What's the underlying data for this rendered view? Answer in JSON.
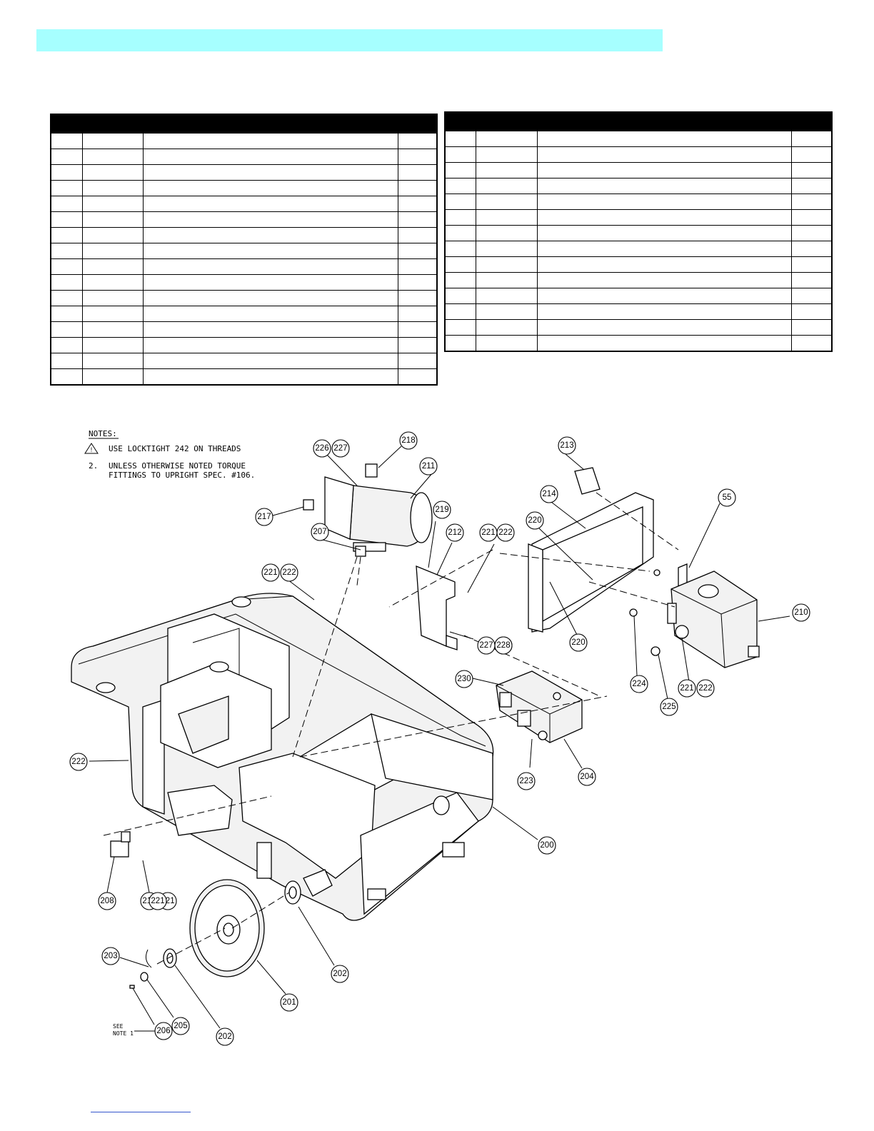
{
  "notes": {
    "heading": "NOTES:",
    "note1": "USE LOCKTIGHT 242 ON THREADS",
    "note2_num": "2.",
    "note2_line1": "UNLESS OTHERWISE NOTED TORQUE",
    "note2_line2": "FITTINGS TO UPRIGHT SPEC. #106."
  },
  "see_note": {
    "line1": "SEE",
    "line2": "NOTE 1"
  },
  "callouts": [
    "200",
    "201",
    "202",
    "202",
    "203",
    "204",
    "205",
    "206",
    "207",
    "208",
    "210",
    "211",
    "212",
    "213",
    "214",
    "216",
    "217",
    "218",
    "219",
    "220",
    "220",
    "221",
    "221",
    "221",
    "221",
    "221",
    "222",
    "222",
    "222",
    "222",
    "222",
    "223",
    "224",
    "225",
    "226",
    "227",
    "227",
    "228",
    "230",
    "55"
  ],
  "colors": {
    "banner": "#a6ffff",
    "table_header": "#000000"
  }
}
